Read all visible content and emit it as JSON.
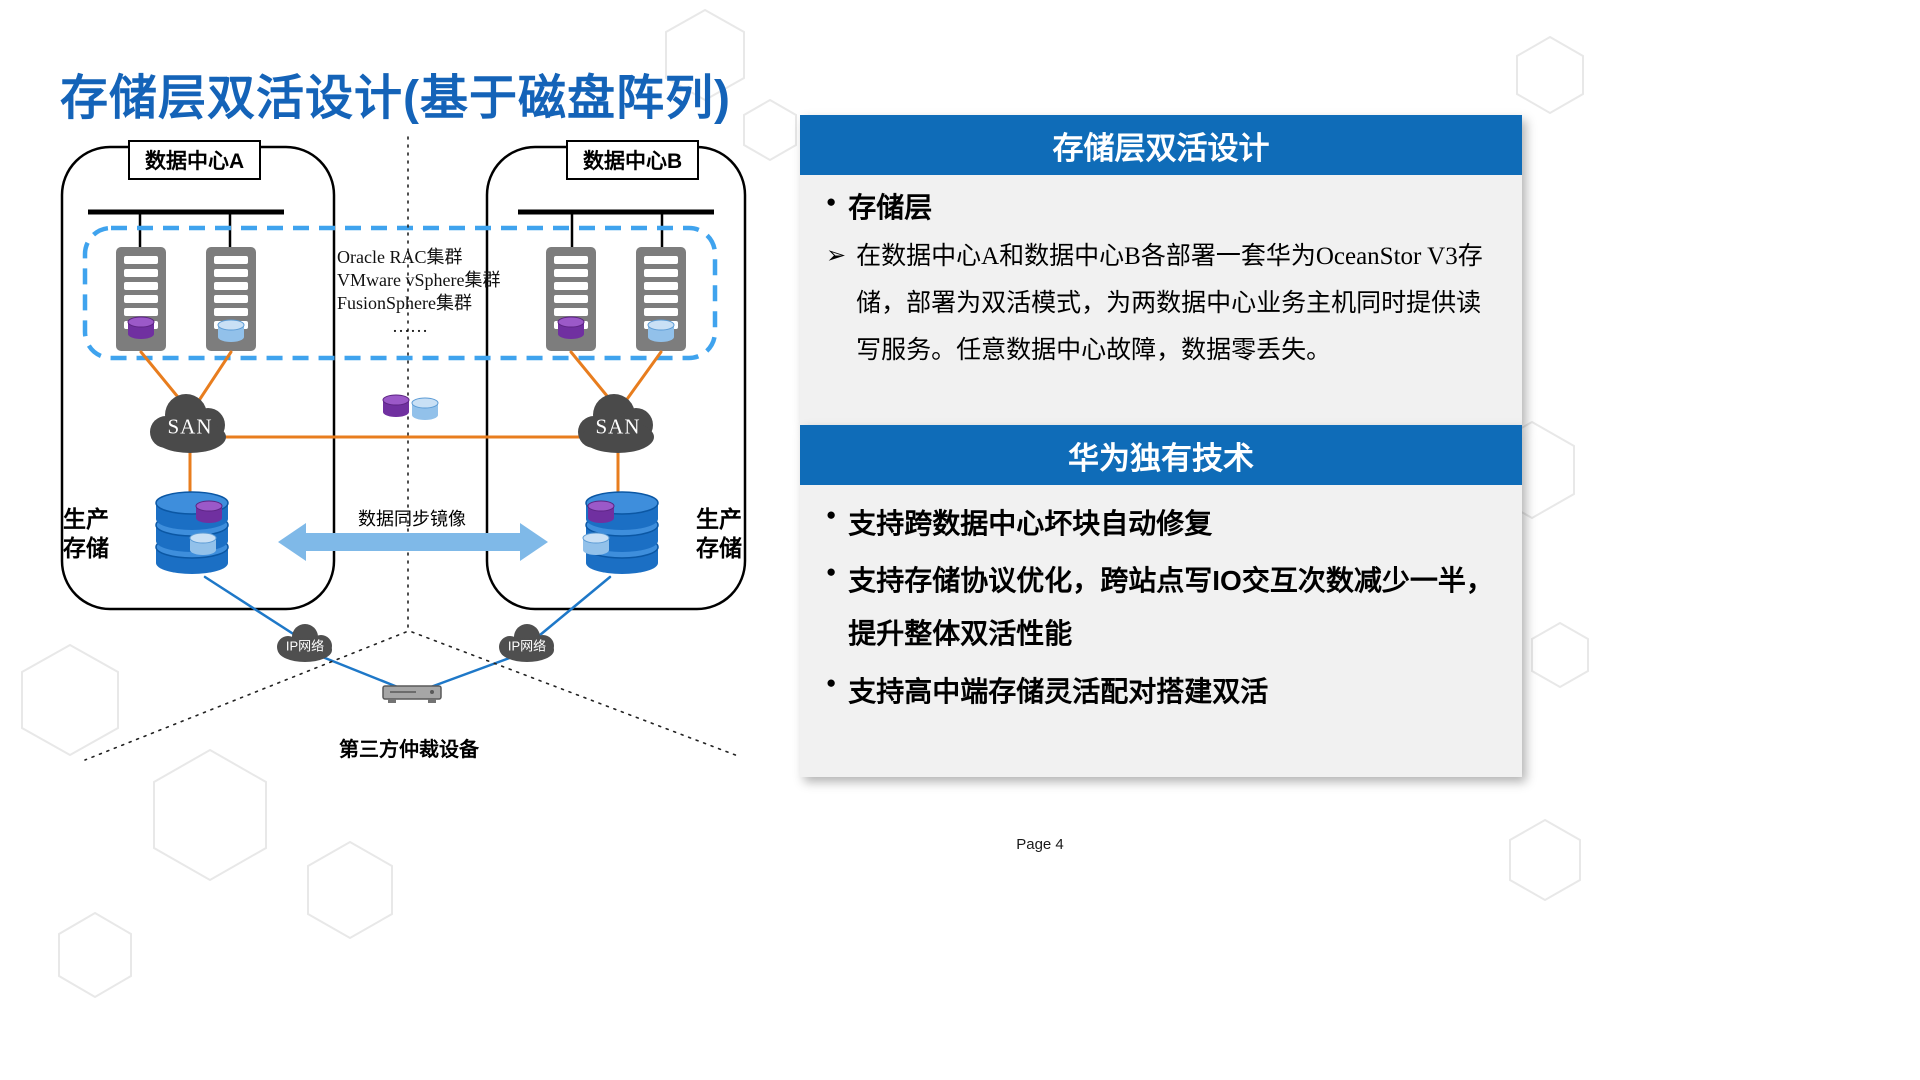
{
  "slide": {
    "title": "存储层双活设计(基于磁盘阵列)",
    "page_label": "Page 4"
  },
  "diagram": {
    "dc_a": "数据中心A",
    "dc_b": "数据中心B",
    "cluster_lines": [
      "Oracle RAC集群",
      "VMware vSphere集群",
      "FusionSphere集群",
      "……"
    ],
    "san": "SAN",
    "production_storage": "生产存储",
    "sync_mirror": "数据同步镜像",
    "ip_network": "IP网络",
    "arbiter": "第三方仲裁设备"
  },
  "panels": [
    {
      "title": "存储层双活设计",
      "section": "存储层",
      "paragraph": "在数据中心A和数据中心B各部署一套华为OceanStor V3存储，部署为双活模式，为两数据中心业务主机同时提供读写服务。任意数据中心故障，数据零丢失。"
    },
    {
      "title": "华为独有技术",
      "bullets": [
        "支持跨数据中心坏块自动修复",
        "支持存储协议优化，跨站点写IO交互次数减少一半，提升整体双活性能",
        "支持高中端存储灵活配对搭建双活"
      ]
    }
  ],
  "glyphs": {
    "bullet": "●",
    "arrow": "➢"
  },
  "colors": {
    "title_blue": "#1463B8",
    "panel_header_blue": "#0F6CB8",
    "cluster_dashed_blue": "#3FA3EE",
    "orange_link": "#E87D1E",
    "sync_arrow_blue": "#7FB9E8",
    "storage_blue": "#1B6FC4",
    "cloud_gray": "#4A4A4A"
  }
}
